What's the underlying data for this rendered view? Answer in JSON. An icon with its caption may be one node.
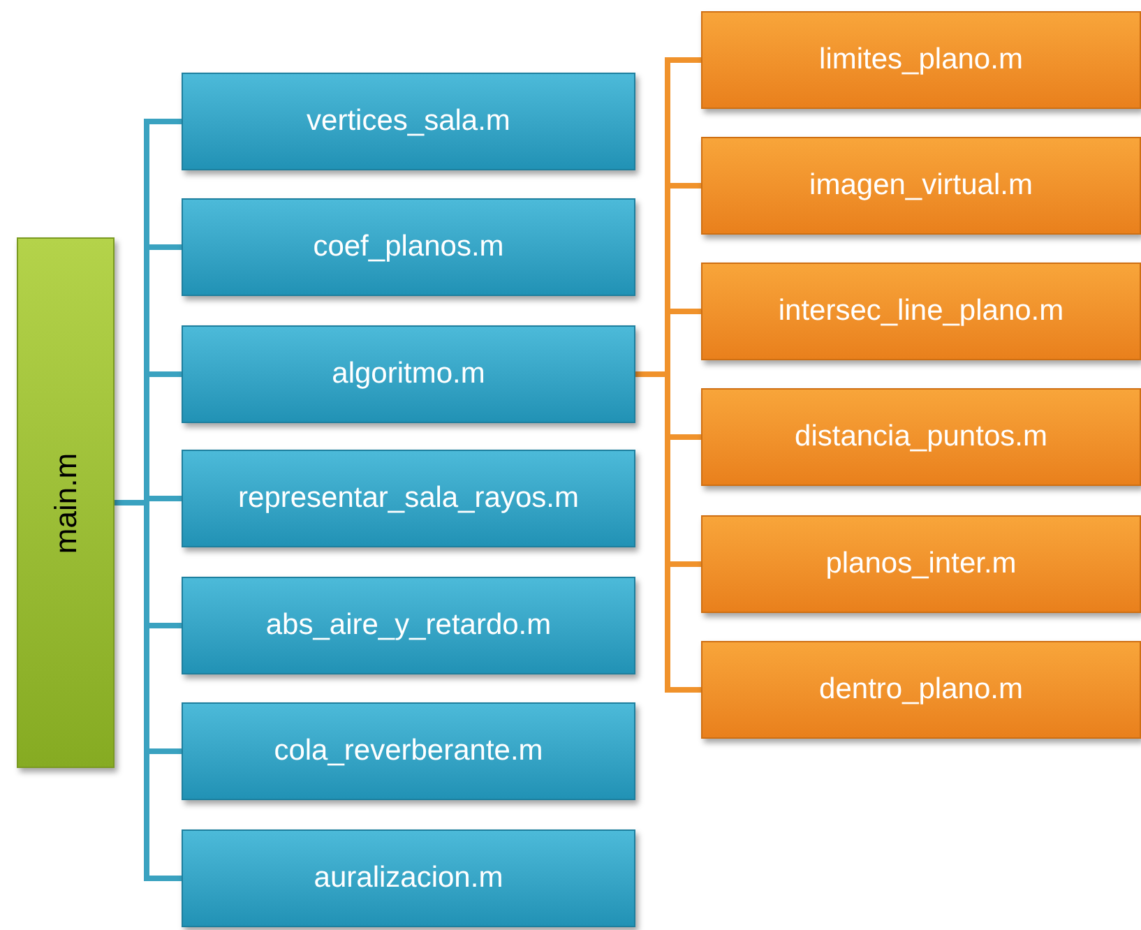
{
  "diagram": {
    "nodes": [
      {
        "text": [
          "main.m"
        ]
      },
      {
        "text": [
          "vertices_sala.m"
        ]
      },
      {
        "text": [
          "coef_planos.m"
        ]
      },
      {
        "text": [
          "algoritmo.m"
        ]
      },
      {
        "text": [
          "representar_sala_rayos.m"
        ]
      },
      {
        "text": [
          "abs_aire_y_retardo.m"
        ]
      },
      {
        "text": [
          "cola_reverberante.m"
        ]
      },
      {
        "text": [
          "auralizacion.m"
        ]
      },
      {
        "text": [
          "limites_plano.m"
        ]
      },
      {
        "text": [
          "imagen_virtual.m"
        ]
      },
      {
        "text": [
          "intersec_line_plano.m"
        ]
      },
      {
        "text": [
          "distancia_puntos.m"
        ]
      },
      {
        "text": [
          "planos_inter.m"
        ]
      },
      {
        "text": [
          "dentro_plano.m"
        ]
      }
    ],
    "edges": [
      {
        "from": 0,
        "to": 1,
        "arrow": "none"
      },
      {
        "from": 0,
        "to": 2,
        "arrow": "none"
      },
      {
        "from": 0,
        "to": 3,
        "arrow": "none"
      },
      {
        "from": 0,
        "to": 4,
        "arrow": "none"
      },
      {
        "from": 0,
        "to": 5,
        "arrow": "none"
      },
      {
        "from": 0,
        "to": 6,
        "arrow": "none"
      },
      {
        "from": 0,
        "to": 7,
        "arrow": "none"
      },
      {
        "from": 3,
        "to": 8,
        "arrow": "none",
        "color": "#f0922b"
      },
      {
        "from": 3,
        "to": 9,
        "arrow": "none",
        "color": "#f0922b"
      },
      {
        "from": 3,
        "to": 10,
        "arrow": "none",
        "color": "#f0922b"
      },
      {
        "from": 3,
        "to": 11,
        "arrow": "none",
        "color": "#f0922b"
      },
      {
        "from": 3,
        "to": 12,
        "arrow": "none",
        "color": "#f0922b"
      },
      {
        "from": 3,
        "to": 13,
        "arrow": "none",
        "color": "#f0922b"
      }
    ]
  }
}
